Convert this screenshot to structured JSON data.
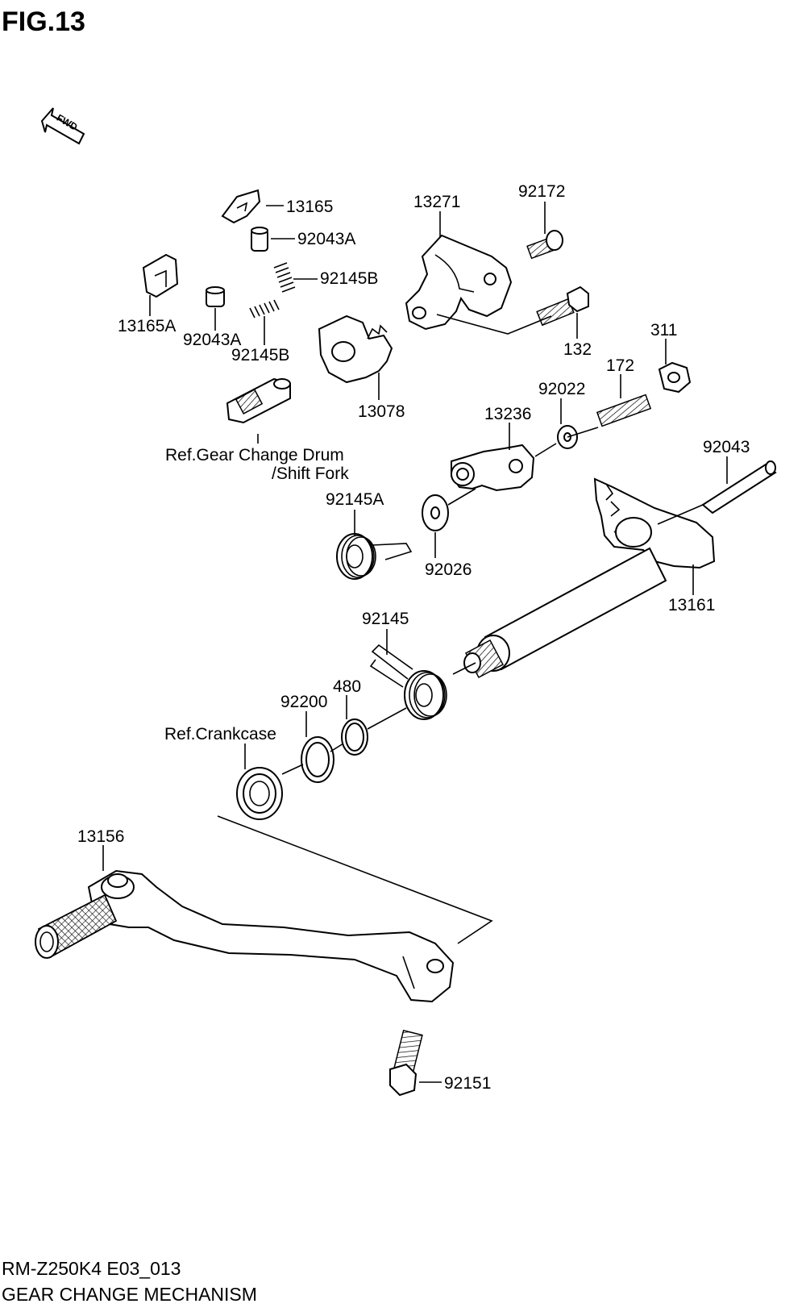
{
  "figure": {
    "title": "FIG.13",
    "fwd_label": "FWD"
  },
  "parts": {
    "p13165": "13165",
    "p92043A_top": "92043A",
    "p92145B_top": "92145B",
    "p13165A": "13165A",
    "p92043A": "92043A",
    "p92145B": "92145B",
    "p13271": "13271",
    "p92172": "92172",
    "p132": "132",
    "p311": "311",
    "p13078": "13078",
    "p172": "172",
    "p92022": "92022",
    "p13236": "13236",
    "p92043": "92043",
    "p92145A": "92145A",
    "p92026": "92026",
    "p13161": "13161",
    "p92145": "92145",
    "p480": "480",
    "p92200": "92200",
    "p13156": "13156",
    "p92151": "92151"
  },
  "references": {
    "gear_drum_line1": "Ref.Gear Change Drum",
    "gear_drum_line2": "/Shift Fork",
    "crankcase": "Ref.Crankcase"
  },
  "footer": {
    "model_code": "RM-Z250K4 E03_013",
    "description": "GEAR CHANGE MECHANISM"
  }
}
